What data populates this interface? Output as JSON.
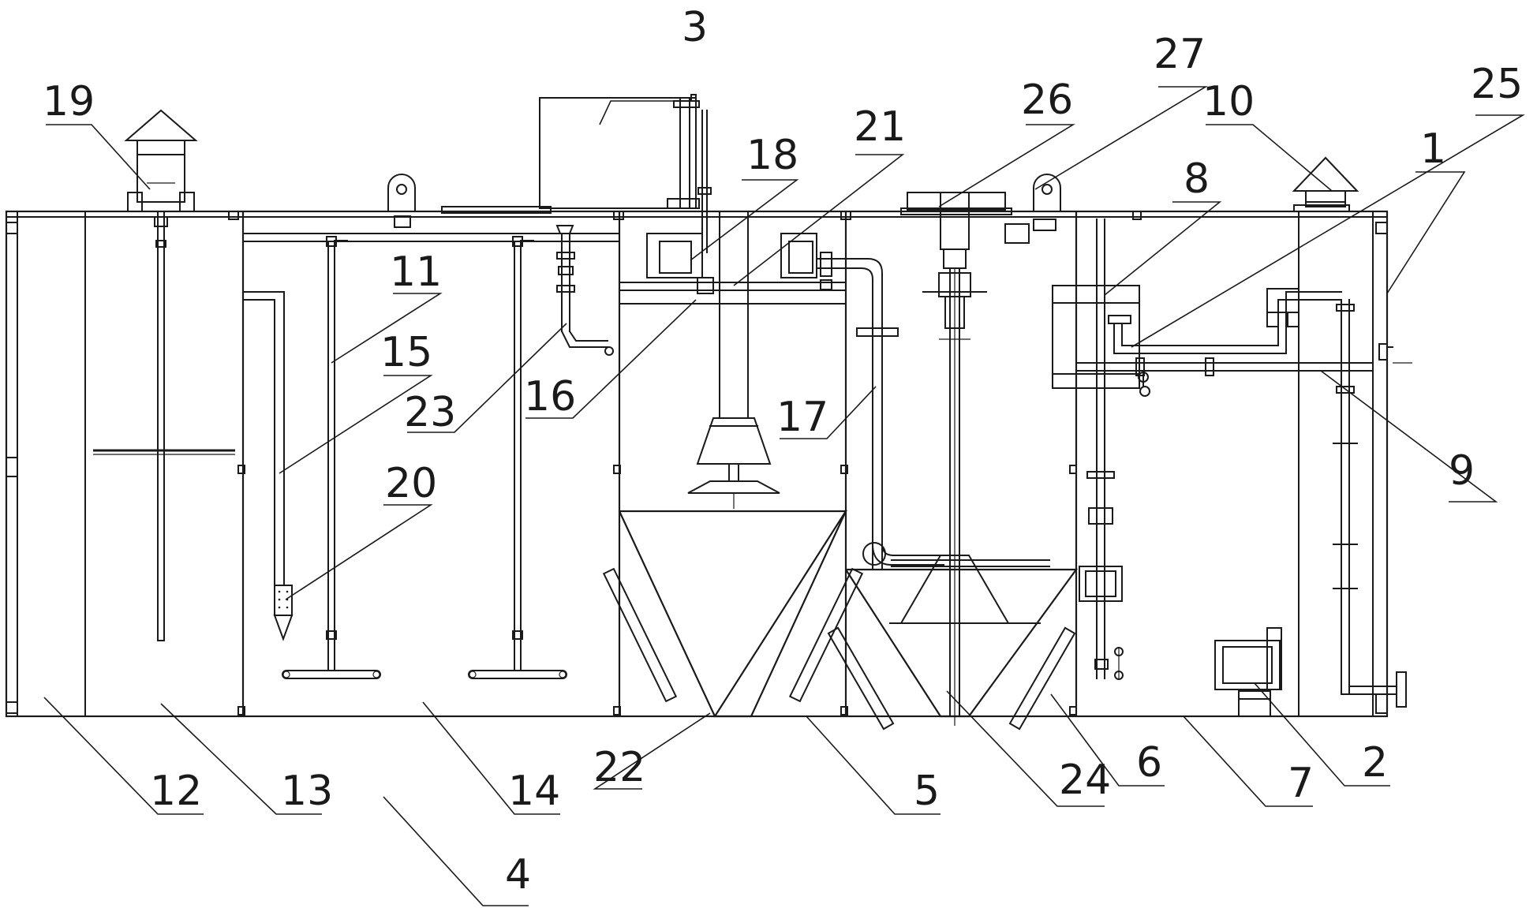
{
  "figure": {
    "callouts": [
      {
        "id": "c19",
        "text": "19"
      },
      {
        "id": "c3",
        "text": "3"
      },
      {
        "id": "c18",
        "text": "18"
      },
      {
        "id": "c21",
        "text": "21"
      },
      {
        "id": "c26",
        "text": "26"
      },
      {
        "id": "c27",
        "text": "27"
      },
      {
        "id": "c10",
        "text": "10"
      },
      {
        "id": "c25",
        "text": "25"
      },
      {
        "id": "c1",
        "text": "1"
      },
      {
        "id": "c8",
        "text": "8"
      },
      {
        "id": "c11",
        "text": "11"
      },
      {
        "id": "c15",
        "text": "15"
      },
      {
        "id": "c23",
        "text": "23"
      },
      {
        "id": "c16",
        "text": "16"
      },
      {
        "id": "c17",
        "text": "17"
      },
      {
        "id": "c20",
        "text": "20"
      },
      {
        "id": "c9",
        "text": "9"
      },
      {
        "id": "c12",
        "text": "12"
      },
      {
        "id": "c13",
        "text": "13"
      },
      {
        "id": "c14",
        "text": "14"
      },
      {
        "id": "c22",
        "text": "22"
      },
      {
        "id": "c5",
        "text": "5"
      },
      {
        "id": "c24",
        "text": "24"
      },
      {
        "id": "c6",
        "text": "6"
      },
      {
        "id": "c7",
        "text": "7"
      },
      {
        "id": "c2",
        "text": "2"
      },
      {
        "id": "c4",
        "text": "4"
      }
    ]
  }
}
